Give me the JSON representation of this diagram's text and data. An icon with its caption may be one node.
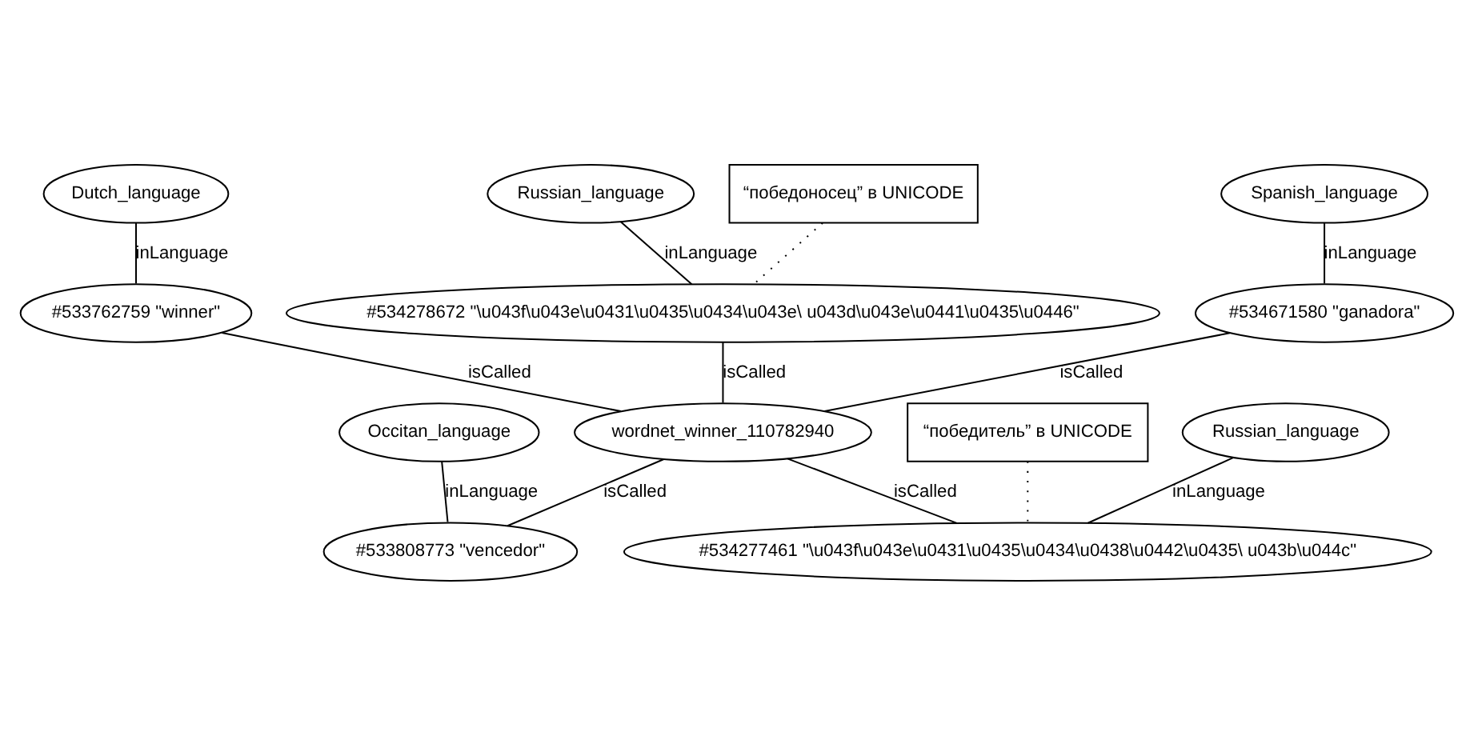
{
  "diagram": {
    "nodes": [
      {
        "text": [
          "Dutch_language"
        ]
      },
      {
        "text": [
          "Russian_language"
        ]
      },
      {
        "text": [
          "“победоносец” в UNICODE"
        ]
      },
      {
        "text": [
          "#534278672 \"\\u043f\\u043e\\u0431\\u0435\\u0434\\u043e\\ u043d\\u043e\\u0441\\u0435\\u0446\""
        ]
      },
      {
        "text": [
          "Spanish_language"
        ]
      },
      {
        "text": [
          "#533762759 \"winner\""
        ]
      },
      {
        "text": [
          "#534671580 \"ganadora\""
        ]
      },
      {
        "text": [
          "wordnet_winner_110782940"
        ]
      },
      {
        "text": [
          "Occitan_language"
        ]
      },
      {
        "text": [
          "Russian_language"
        ]
      },
      {
        "text": [
          "“победитель” в UNICODE"
        ]
      },
      {
        "text": [
          "#533808773 \"vencedor\""
        ]
      },
      {
        "text": [
          "#534277461 \"\\u043f\\u043e\\u0431\\u0435\\u0434\\u0438\\u0442\\u0435\\ u043b\\u044c\""
        ]
      }
    ],
    "edges": [
      {
        "from": 0,
        "to": 5,
        "arrow": "none",
        "label": "inLanguage"
      },
      {
        "from": 1,
        "to": 3,
        "arrow": "none",
        "label": "inLanguage"
      },
      {
        "from": 4,
        "to": 6,
        "arrow": "none",
        "label": "inLanguage"
      },
      {
        "from": 5,
        "to": 7,
        "arrow": "none",
        "label": "isCalled"
      },
      {
        "from": 3,
        "to": 7,
        "arrow": "none",
        "label": "isCalled"
      },
      {
        "from": 6,
        "to": 7,
        "arrow": "none",
        "label": "isCalled"
      },
      {
        "from": 2,
        "to": 3,
        "arrow": "none",
        "style": "dashed"
      },
      {
        "from": 8,
        "to": 11,
        "arrow": "none",
        "label": "inLanguage"
      },
      {
        "from": 9,
        "to": 12,
        "arrow": "none",
        "label": "inLanguage"
      },
      {
        "from": 7,
        "to": 11,
        "arrow": "none",
        "label": "isCalled"
      },
      {
        "from": 7,
        "to": 12,
        "arrow": "none",
        "label": "isCalled"
      },
      {
        "from": 10,
        "to": 12,
        "arrow": "none",
        "style": "dashed"
      }
    ]
  }
}
